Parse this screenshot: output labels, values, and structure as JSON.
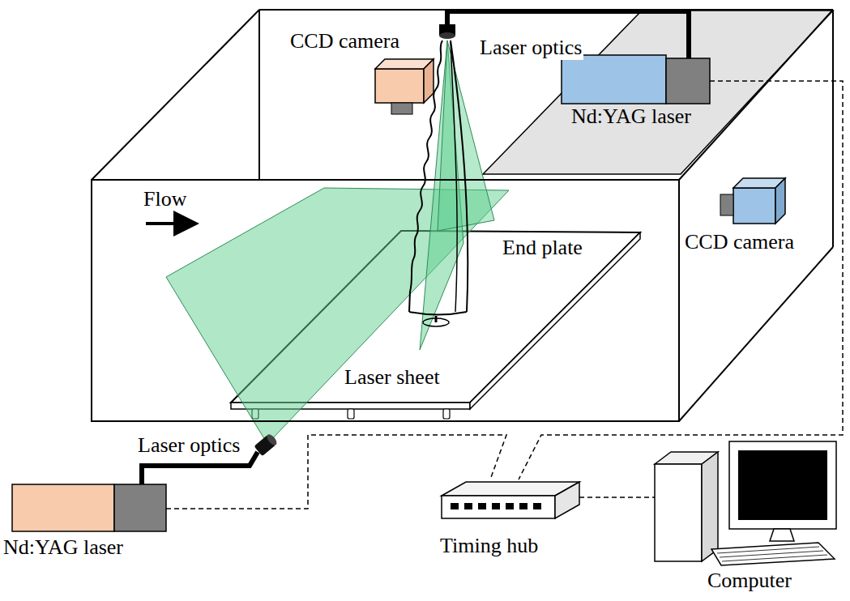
{
  "diagram": {
    "labels": [
      "CCD camera",
      "Laser optics",
      "Nd:YAG laser",
      "Flow",
      "End plate",
      "CCD camera",
      "Laser sheet",
      "Laser optics",
      "Nd:YAG laser",
      "Timing hub",
      "Computer"
    ]
  }
}
